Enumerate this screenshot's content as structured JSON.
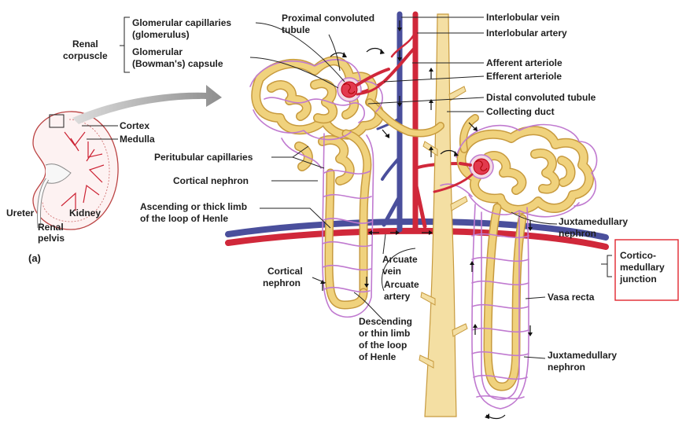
{
  "panel_label": "(a)",
  "kidney_labels": {
    "cortex": "Cortex",
    "medulla": "Medulla",
    "ureter": "Ureter",
    "kidney": "Kidney",
    "renal_pelvis_line1": "Renal",
    "renal_pelvis_line2": "pelvis"
  },
  "renal_corpuscle": {
    "line1": "Renal",
    "line2": "corpuscle",
    "glomerular_capillaries_line1": "Glomerular capillaries",
    "glomerular_capillaries_line2": "(glomerulus)",
    "bowmans_capsule_line1": "Glomerular",
    "bowmans_capsule_line2": "(Bowman's) capsule"
  },
  "labels": {
    "proximal_line1": "Proximal convoluted",
    "proximal_line2": "tubule",
    "interlobular_vein": "Interlobular vein",
    "interlobular_artery": "Interlobular artery",
    "afferent_arteriole": "Afferent arteriole",
    "efferent_arteriole": "Efferent arteriole",
    "distal_convoluted_tubule": "Distal convoluted tubule",
    "collecting_duct": "Collecting duct",
    "peritubular_capillaries": "Peritubular capillaries",
    "cortical_nephron": "Cortical nephron",
    "ascending_line1": "Ascending or thick limb",
    "ascending_line2": "of the loop of Henle",
    "juxtamedullary_line1": "Juxtamedullary",
    "juxtamedullary_line2": "nephron",
    "cortico_line1": "Cortico-",
    "cortico_line2": "medullary",
    "cortico_line3": "junction",
    "arcuate_vein_line1": "Arcuate",
    "arcuate_vein_line2": "vein",
    "arcuate_artery_line1": "Arcuate",
    "arcuate_artery_line2": "artery",
    "cortical_nephron2_line1": "Cortical",
    "cortical_nephron2_line2": "nephron",
    "vasa_recta": "Vasa recta",
    "descending_line1": "Descending",
    "descending_line2": "or thin limb",
    "descending_line3": "of the loop",
    "descending_line4": "of Henle",
    "juxtamedullary2_line1": "Juxtamedullary",
    "juxtamedullary2_line2": "nephron"
  },
  "colors": {
    "highlight_box": "#e0262f",
    "vein": "#4a4f9c",
    "artery": "#d0283a",
    "tubule": "#f0d27d",
    "capillary": "#c07ad0"
  }
}
